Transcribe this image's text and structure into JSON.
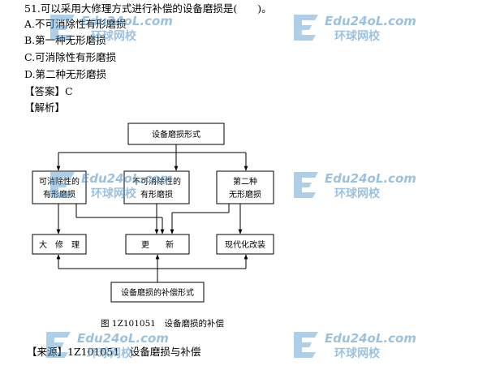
{
  "question": {
    "stem": "51.可以采用大修理方式进行补偿的设备磨损是(　　)。",
    "options": [
      "A.不可消除性有形磨损",
      "B.第一种无形磨损",
      "C.可消除性有形磨损",
      "D.第二种无形磨损"
    ],
    "answer": "【答案】C",
    "analysis_label": "【解析】",
    "source": "【来源】1Z101051　设备磨损与补偿"
  },
  "diagram": {
    "top": "设备磨损形式",
    "mid_left_1": "可消除性的",
    "mid_left_2": "有形磨损",
    "mid_center_1": "不可消除性的",
    "mid_center_2": "有形磨损",
    "mid_right_1": "第二种",
    "mid_right_2": "无形磨损",
    "low_left": "大　修　理",
    "low_center": "更　　新",
    "low_right": "现代化改装",
    "bottom": "设备磨损的补偿形式",
    "caption": "图 1Z101051　设备磨损的补偿"
  },
  "watermark": {
    "domain": "Edu24oL.com",
    "brand": "环球网校",
    "color": "#4a90c8"
  }
}
